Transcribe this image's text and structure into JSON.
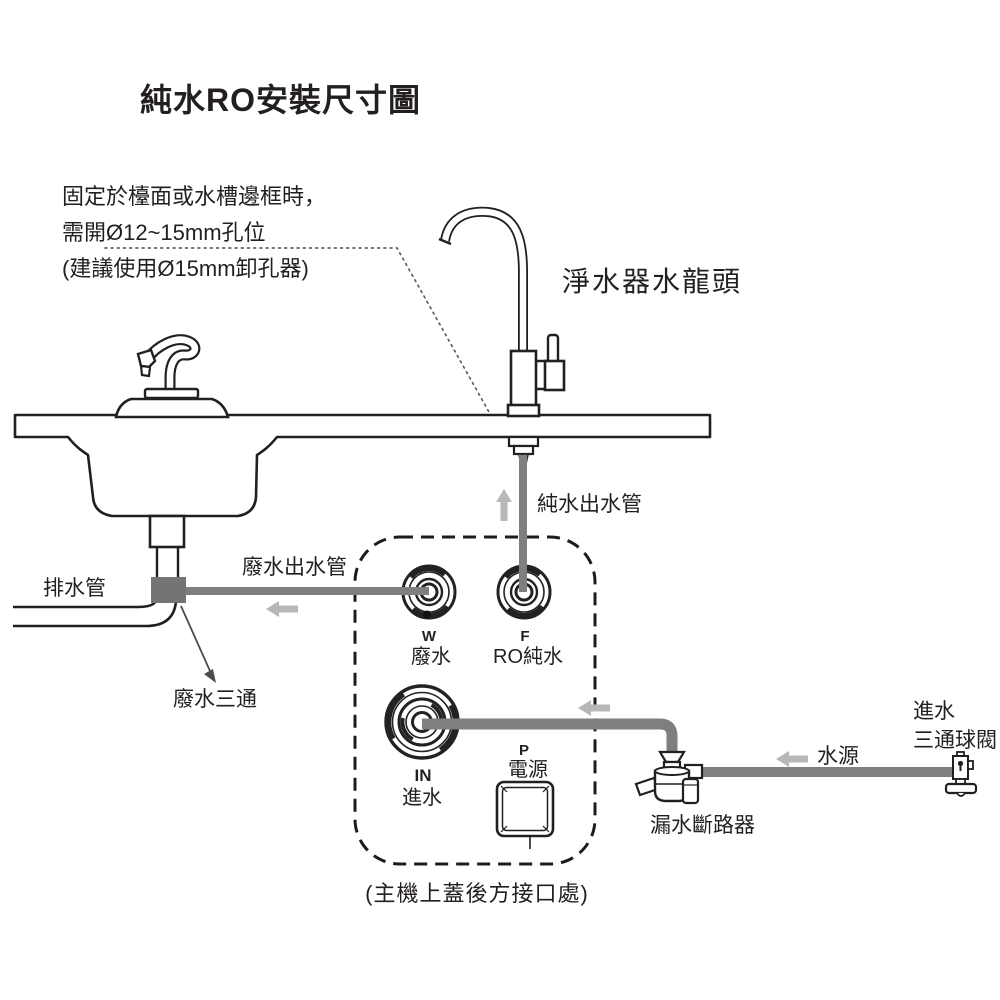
{
  "title": "純水RO安裝尺寸圖",
  "note": {
    "line1": "固定於檯面或水槽邊框時，",
    "line2": "需開Ø12~15mm孔位",
    "line3": "(建議使用Ø15mm卸孔器)"
  },
  "labels": {
    "ro_faucet": "淨水器水龍頭",
    "pure_pipe": "純水出水管",
    "waste_pipe": "廢水出水管",
    "drain_pipe": "排水管",
    "waste_tee": "廢水三通",
    "leak_breaker": "漏水斷路器",
    "water_source": "水源",
    "inlet_valve_line1": "進水",
    "inlet_valve_line2": "三通球閥",
    "bottom_caption": "(主機上蓋後方接口處)"
  },
  "ports": {
    "waste": {
      "code": "W",
      "name": "廢水"
    },
    "pure": {
      "code": "F",
      "name": "RO純水"
    },
    "inlet": {
      "code": "IN",
      "name": "進水"
    },
    "power": {
      "code": "P",
      "name": "電源"
    }
  },
  "colors": {
    "line": "#231f20",
    "pipe": "#7f7f7f",
    "tee_block": "#747476",
    "arrow": "#b7b7b7",
    "text": "#231f20"
  }
}
